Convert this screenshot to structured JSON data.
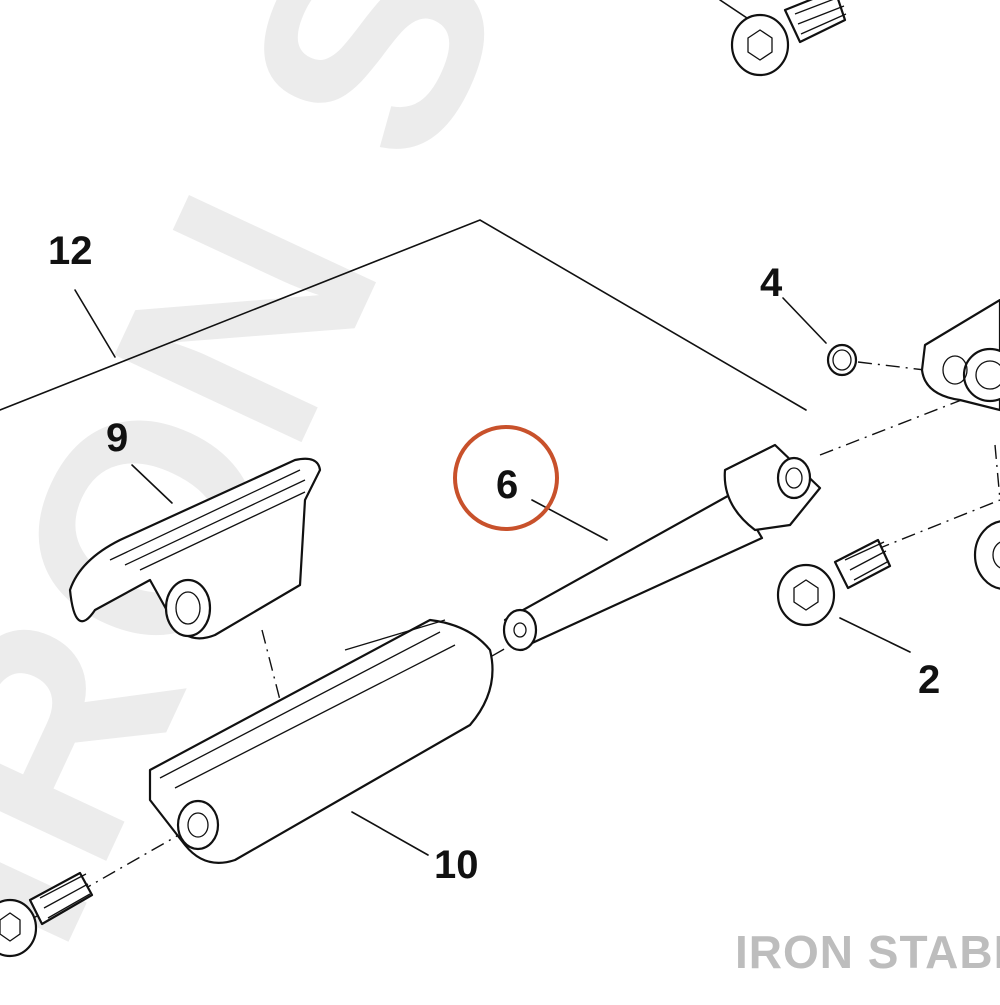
{
  "diagram": {
    "watermark_text": "IRON STABLE",
    "brand_text": "IRON STABLE",
    "highlight_color": "#c8512b",
    "line_color": "#111111",
    "callouts": [
      {
        "id": "12",
        "label": "12"
      },
      {
        "id": "9",
        "label": "9"
      },
      {
        "id": "6",
        "label": "6",
        "highlighted": true
      },
      {
        "id": "4",
        "label": "4"
      },
      {
        "id": "2",
        "label": "2"
      },
      {
        "id": "10",
        "label": "10"
      }
    ]
  }
}
